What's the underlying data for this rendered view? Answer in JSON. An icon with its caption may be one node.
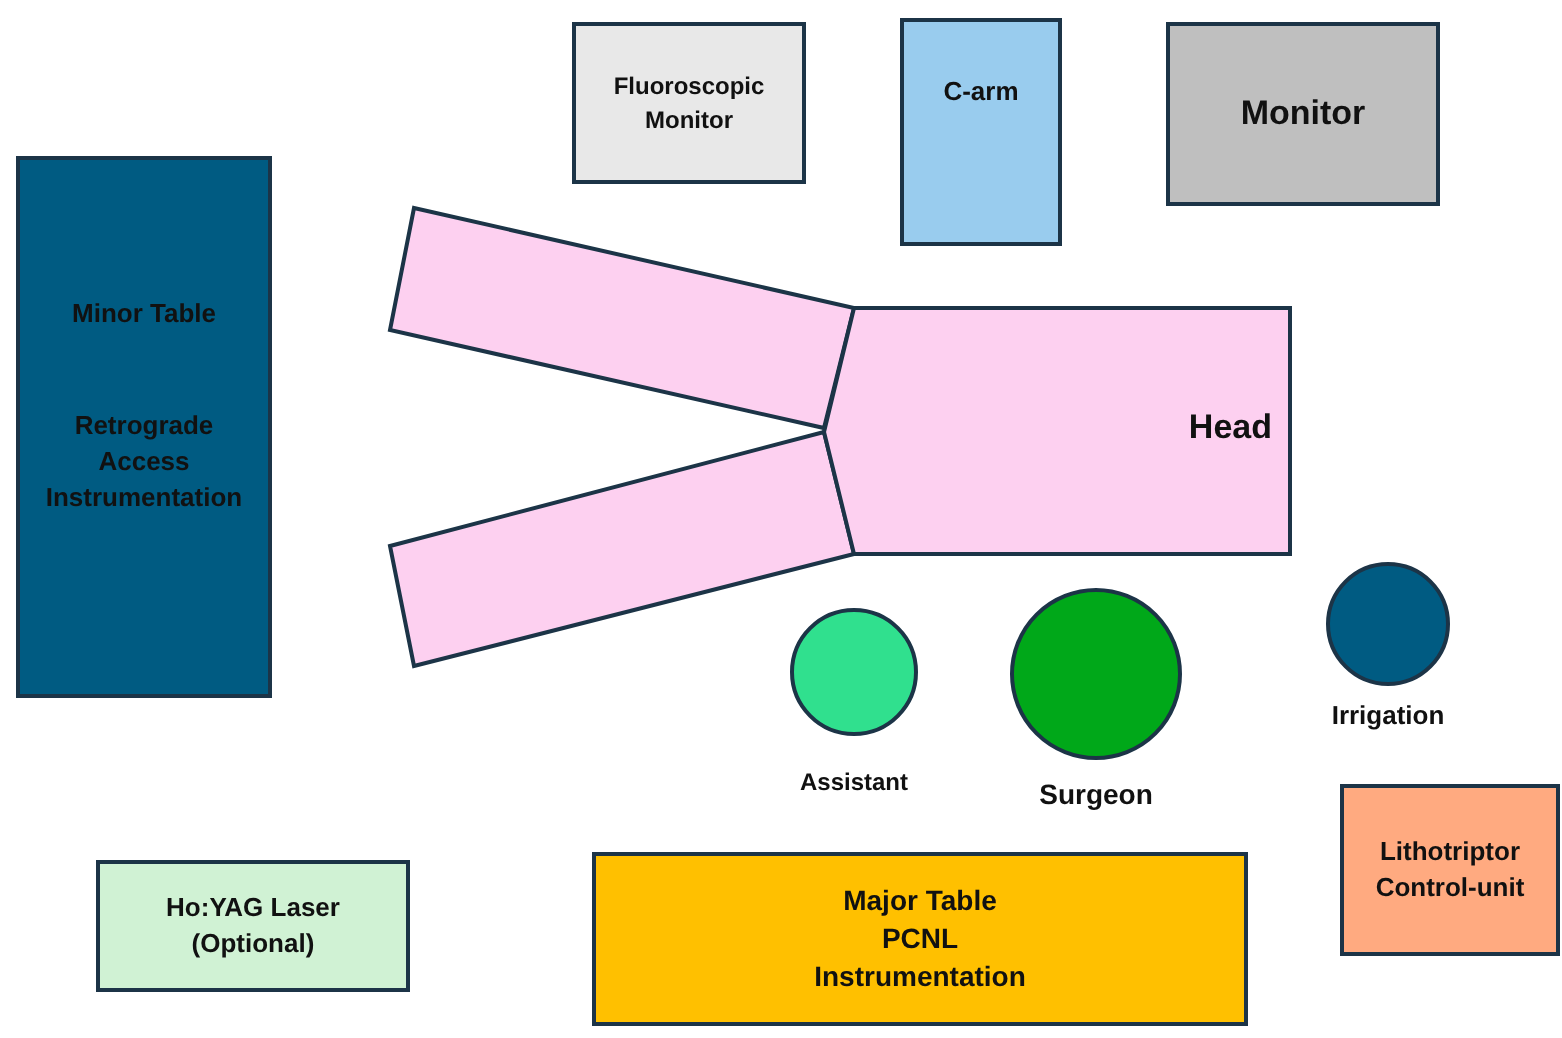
{
  "diagram": {
    "nodes": [
      {
        "text": [
          "Fluoroscopic Monitor"
        ]
      },
      {
        "text": [
          "C-arm"
        ]
      },
      {
        "text": [
          "Monitor"
        ]
      },
      {
        "text": [
          "Minor Table",
          "Retrograde Access Instrumentation"
        ]
      },
      {
        "text": [],
        "shape": "box"
      },
      {
        "text": [],
        "shape": "box"
      },
      {
        "text": [
          "Head"
        ]
      },
      {
        "text": [],
        "shape": "circle",
        "beside": [
          "Assistant"
        ]
      },
      {
        "text": [],
        "shape": "circle",
        "beside": [
          "Surgeon"
        ]
      },
      {
        "text": [],
        "shape": "circle",
        "beside": [
          "Irrigation"
        ]
      },
      {
        "text": [
          "Ho:YAG Laser (Optional)"
        ]
      },
      {
        "text": [
          "Major Table PCNL Instrumentation"
        ]
      },
      {
        "text": [
          "Lithotriptor Control-unit"
        ]
      }
    ]
  }
}
